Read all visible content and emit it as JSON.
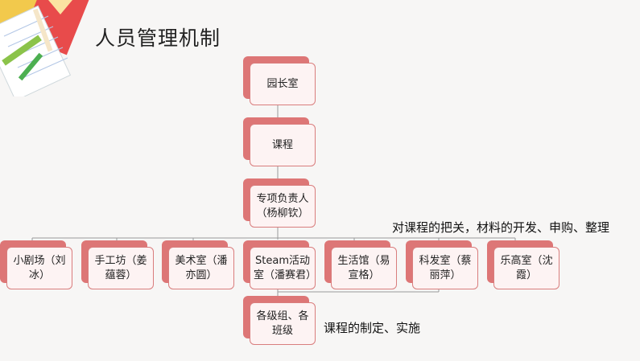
{
  "title": "人员管理机制",
  "nodes": {
    "principal": "园长室",
    "curriculum": "课程",
    "lead": "专项负责人（杨柳钦）",
    "rooms": [
      "小剧场（刘冰）",
      "手工坊（姜蕴蓉）",
      "美术室（潘亦圆）",
      "Steam活动室（潘赛君）",
      "生活馆（易宣格）",
      "科发室（蔡丽萍）",
      "乐高室（沈霞）"
    ],
    "groups": "各级组、各班级"
  },
  "notes": {
    "lead_duty": "对课程的把关，材料的开发、申购、整理",
    "group_duty": "课程的制定、实施"
  },
  "colors": {
    "node_back": "#dd7676",
    "node_border": "#d97d7d",
    "node_fill": "#fdf3f3"
  }
}
